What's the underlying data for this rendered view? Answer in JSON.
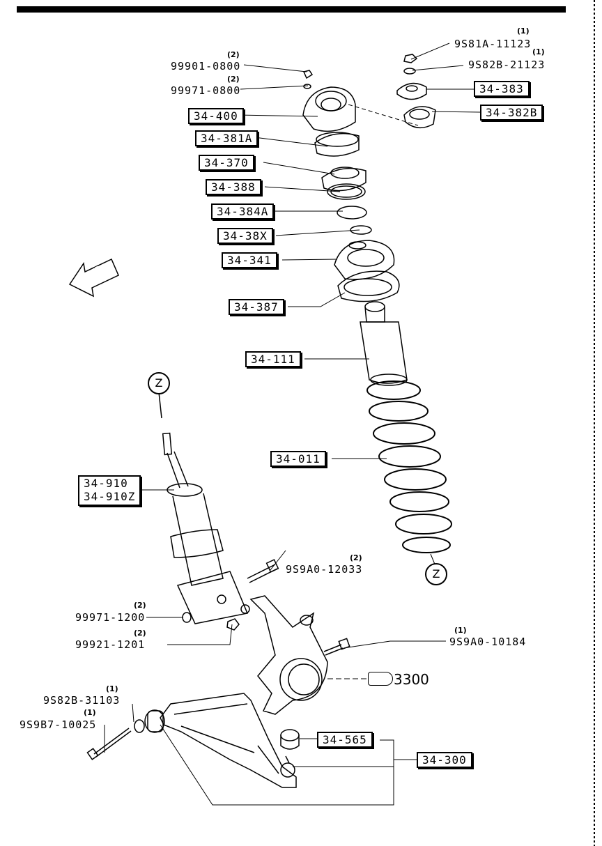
{
  "top_right": {
    "p1": {
      "code": "9S81A-11123",
      "qty": "(1)"
    },
    "p2": {
      "code": "9S82B-21123",
      "qty": "(1)"
    },
    "b1": "34-383",
    "b2": "34-382B"
  },
  "left_top": {
    "p1": {
      "code": "99901-0800",
      "qty": "(2)"
    },
    "p2": {
      "code": "99971-0800",
      "qty": "(2)"
    },
    "boxes": [
      "34-400",
      "34-381A",
      "34-370",
      "34-388",
      "34-384A",
      "34-38X",
      "34-341",
      "34-387",
      "34-111",
      "34-011"
    ]
  },
  "fwd": "FWD",
  "z_marker": "Z",
  "strut": {
    "box_a": "34-910",
    "box_b": "34-910Z"
  },
  "knuckle": {
    "bolt": {
      "code": "9S9A0-12033",
      "qty": "(2)"
    },
    "washer": {
      "code": "99971-1200",
      "qty": "(2)"
    },
    "nut": {
      "code": "99921-1201",
      "qty": "(2)"
    },
    "bolt2": {
      "code": "9S9A0-10184",
      "qty": "(1)"
    },
    "ref": "3300"
  },
  "arm": {
    "p1": {
      "code": "9S82B-31103",
      "qty": "(1)"
    },
    "p2": {
      "code": "9S9B7-10025",
      "qty": "(1)"
    },
    "bush": "34-565",
    "arm": "34-300"
  }
}
